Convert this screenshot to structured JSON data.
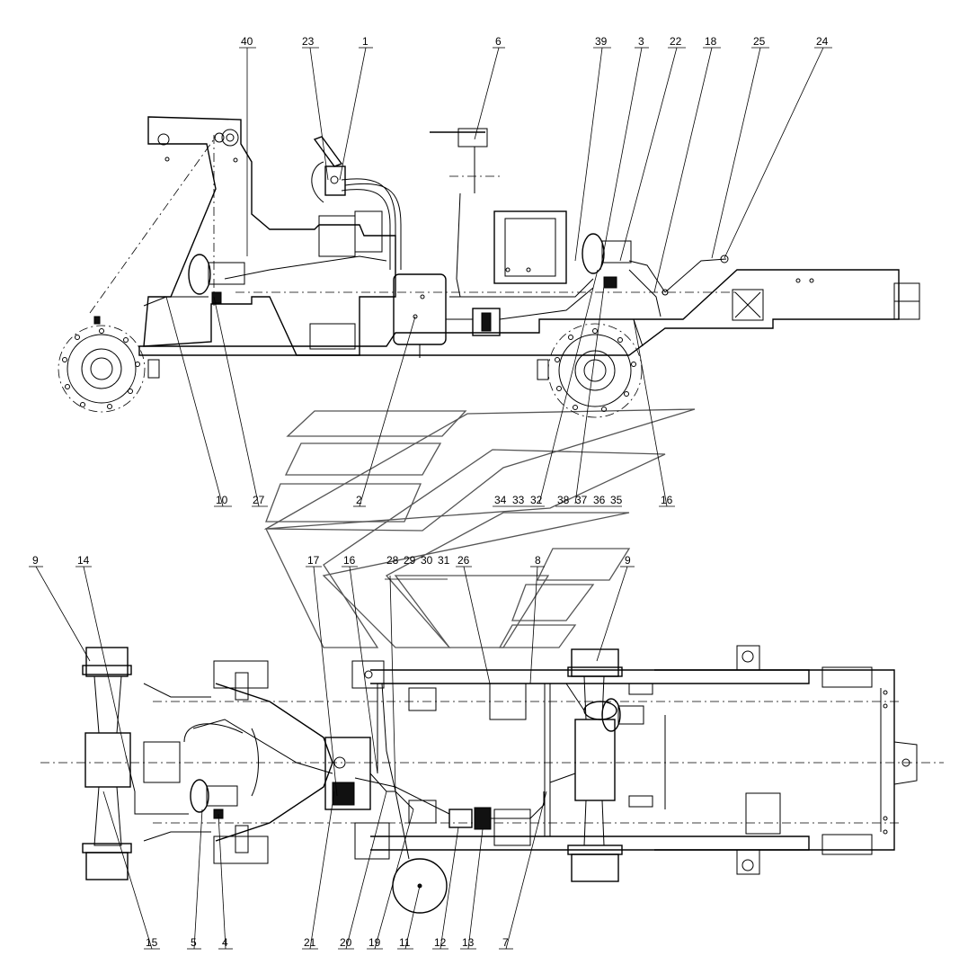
{
  "diagram": {
    "callouts": [
      {
        "id": "c40",
        "text": "40"
      },
      {
        "id": "c23",
        "text": "23"
      },
      {
        "id": "c1",
        "text": "1"
      },
      {
        "id": "c6",
        "text": "6"
      },
      {
        "id": "c39",
        "text": "39"
      },
      {
        "id": "c3",
        "text": "3"
      },
      {
        "id": "c22",
        "text": "22"
      },
      {
        "id": "c18",
        "text": "18"
      },
      {
        "id": "c25",
        "text": "25"
      },
      {
        "id": "c24",
        "text": "24"
      },
      {
        "id": "c10",
        "text": "10"
      },
      {
        "id": "c27",
        "text": "27"
      },
      {
        "id": "c2",
        "text": "2"
      },
      {
        "id": "c34",
        "text": "34"
      },
      {
        "id": "c33",
        "text": "33"
      },
      {
        "id": "c32",
        "text": "32"
      },
      {
        "id": "c38",
        "text": "38"
      },
      {
        "id": "c37",
        "text": "37"
      },
      {
        "id": "c36",
        "text": "36"
      },
      {
        "id": "c35",
        "text": "35"
      },
      {
        "id": "c16a",
        "text": "16"
      },
      {
        "id": "c9a",
        "text": "9"
      },
      {
        "id": "c14",
        "text": "14"
      },
      {
        "id": "c17",
        "text": "17"
      },
      {
        "id": "c16b",
        "text": "16"
      },
      {
        "id": "c28",
        "text": "28"
      },
      {
        "id": "c29",
        "text": "29"
      },
      {
        "id": "c30",
        "text": "30"
      },
      {
        "id": "c31",
        "text": "31"
      },
      {
        "id": "c26",
        "text": "26"
      },
      {
        "id": "c8",
        "text": "8"
      },
      {
        "id": "c9b",
        "text": "9"
      },
      {
        "id": "c15",
        "text": "15"
      },
      {
        "id": "c5",
        "text": "5"
      },
      {
        "id": "c4",
        "text": "4"
      },
      {
        "id": "c21",
        "text": "21"
      },
      {
        "id": "c20",
        "text": "20"
      },
      {
        "id": "c19",
        "text": "19"
      },
      {
        "id": "c11",
        "text": "11"
      },
      {
        "id": "c12",
        "text": "12"
      },
      {
        "id": "c13",
        "text": "13"
      },
      {
        "id": "c7",
        "text": "7"
      }
    ]
  }
}
